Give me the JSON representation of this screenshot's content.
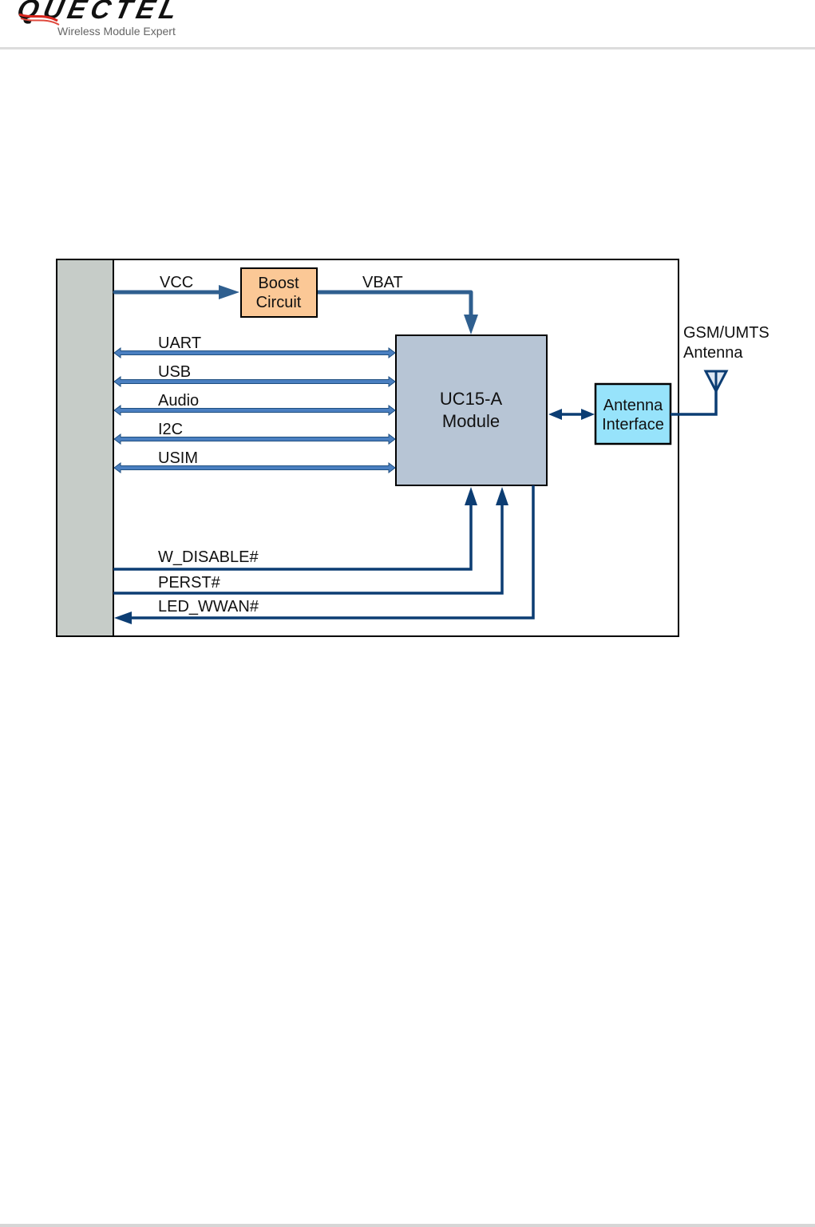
{
  "header": {
    "logo_text": "QUECTEL",
    "tagline": "Wireless Module Expert"
  },
  "diagram": {
    "colors": {
      "host_panel": "#c6ccc8",
      "boost_box": "#fbc896",
      "module_box": "#b7c5d5",
      "antenna_box": "#97e3fb",
      "power_arrow": "#2f5f8f",
      "bus_arrow_fill": "#4a7fc0",
      "bus_arrow_stroke": "#1f4f80",
      "control_line": "#0c3d73"
    },
    "power": {
      "vcc_label": "VCC",
      "vbat_label": "VBAT",
      "boost_label_line1": "Boost",
      "boost_label_line2": "Circuit"
    },
    "module": {
      "label_line1": "UC15-A",
      "label_line2": "Module"
    },
    "buses": [
      {
        "label": "UART",
        "direction": "bidirectional"
      },
      {
        "label": "USB",
        "direction": "bidirectional"
      },
      {
        "label": "Audio",
        "direction": "bidirectional"
      },
      {
        "label": "I2C",
        "direction": "bidirectional"
      },
      {
        "label": "USIM",
        "direction": "bidirectional"
      }
    ],
    "controls": [
      {
        "label": "W_DISABLE#",
        "direction": "to-module"
      },
      {
        "label": "PERST#",
        "direction": "to-module"
      },
      {
        "label": "LED_WWAN#",
        "direction": "to-host"
      }
    ],
    "antenna_interface": {
      "label_line1": "Antenna",
      "label_line2": "Interface"
    },
    "antenna": {
      "label_line1": "GSM/UMTS",
      "label_line2": "Antenna"
    }
  }
}
